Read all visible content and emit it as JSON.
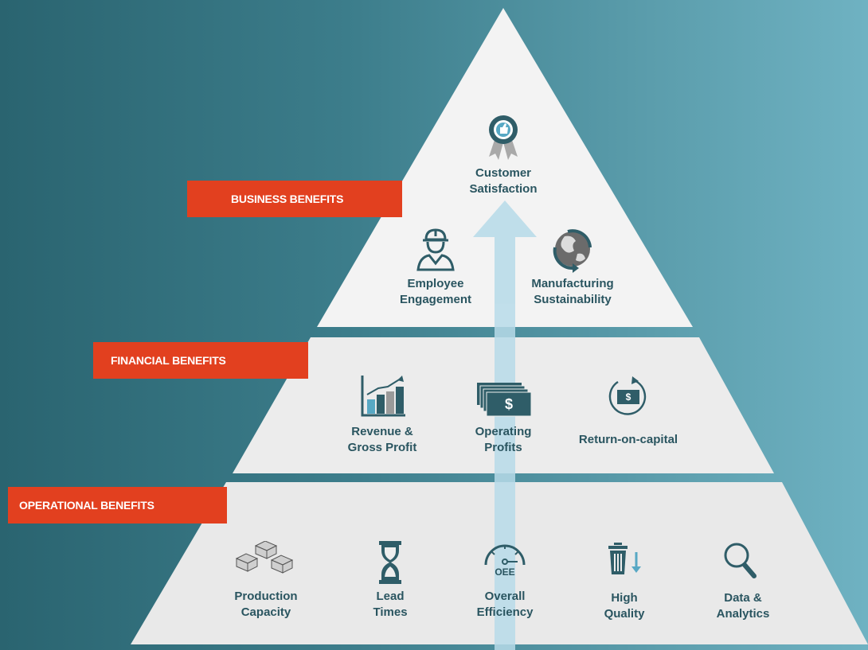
{
  "colors": {
    "banner": "#e2401f",
    "tier": "#eeeeee",
    "text": "#2a5560",
    "arrow": "#bfe0ec"
  },
  "tiers": {
    "business": {
      "banner": "BUSINESS BENEFITS",
      "items": [
        {
          "icon": "award-ribbon-icon",
          "line1": "Customer",
          "line2": "Satisfaction"
        },
        {
          "icon": "worker-helmet-icon",
          "line1": "Employee",
          "line2": "Engagement"
        },
        {
          "icon": "globe-recycle-icon",
          "line1": "Manufacturing",
          "line2": "Sustainability"
        }
      ]
    },
    "financial": {
      "banner": "FINANCIAL BENEFITS",
      "items": [
        {
          "icon": "bar-chart-trend-icon",
          "line1": "Revenue &",
          "line2": "Gross Profit"
        },
        {
          "icon": "money-stack-icon",
          "icon_text": "$",
          "line1": "Operating",
          "line2": "Profits"
        },
        {
          "icon": "money-cycle-icon",
          "icon_text": "$",
          "line1": "Return-on-capital"
        }
      ]
    },
    "operational": {
      "banner": "OPERATIONAL BENEFITS",
      "items": [
        {
          "icon": "pallets-icon",
          "line1": "Production",
          "line2": "Capacity"
        },
        {
          "icon": "hourglass-icon",
          "line1": "Lead",
          "line2": "Times"
        },
        {
          "icon": "gauge-icon",
          "icon_text": "OEE",
          "line1": "Overall",
          "line2": "Efficiency"
        },
        {
          "icon": "trash-down-icon",
          "line1": "High",
          "line2": "Quality"
        },
        {
          "icon": "magnifier-icon",
          "line1": "Data &",
          "line2": "Analytics"
        }
      ]
    }
  }
}
